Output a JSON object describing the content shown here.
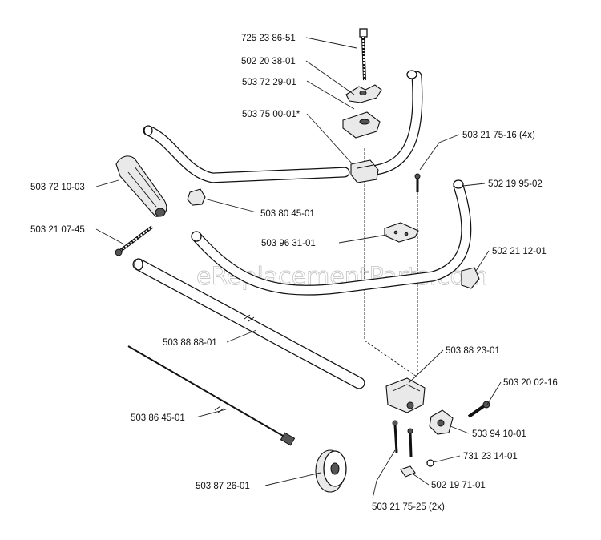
{
  "watermark": "eReplacementParts.com",
  "labels": [
    {
      "id": "p1",
      "text": "725 23 86-51"
    },
    {
      "id": "p2",
      "text": "502 20 38-01"
    },
    {
      "id": "p3",
      "text": "503 72 29-01"
    },
    {
      "id": "p4",
      "text": "503 75 00-01*"
    },
    {
      "id": "p5",
      "text": "503 21 75-16 (4x)"
    },
    {
      "id": "p6",
      "text": "502 19 95-02"
    },
    {
      "id": "p7",
      "text": "503 72 10-03"
    },
    {
      "id": "p8",
      "text": "503 80 45-01"
    },
    {
      "id": "p9",
      "text": "503 21 07-45"
    },
    {
      "id": "p10",
      "text": "503 96 31-01"
    },
    {
      "id": "p11",
      "text": "502 21 12-01"
    },
    {
      "id": "p12",
      "text": "503 88 88-01"
    },
    {
      "id": "p13",
      "text": "503 88 23-01"
    },
    {
      "id": "p14",
      "text": "503 20 02-16"
    },
    {
      "id": "p15",
      "text": "503 86 45-01"
    },
    {
      "id": "p16",
      "text": "503 94 10-01"
    },
    {
      "id": "p17",
      "text": "731 23 14-01"
    },
    {
      "id": "p18",
      "text": "503 87 26-01"
    },
    {
      "id": "p19",
      "text": "502 19 71-01"
    },
    {
      "id": "p20",
      "text": "503 21 75-25 (2x)"
    }
  ]
}
